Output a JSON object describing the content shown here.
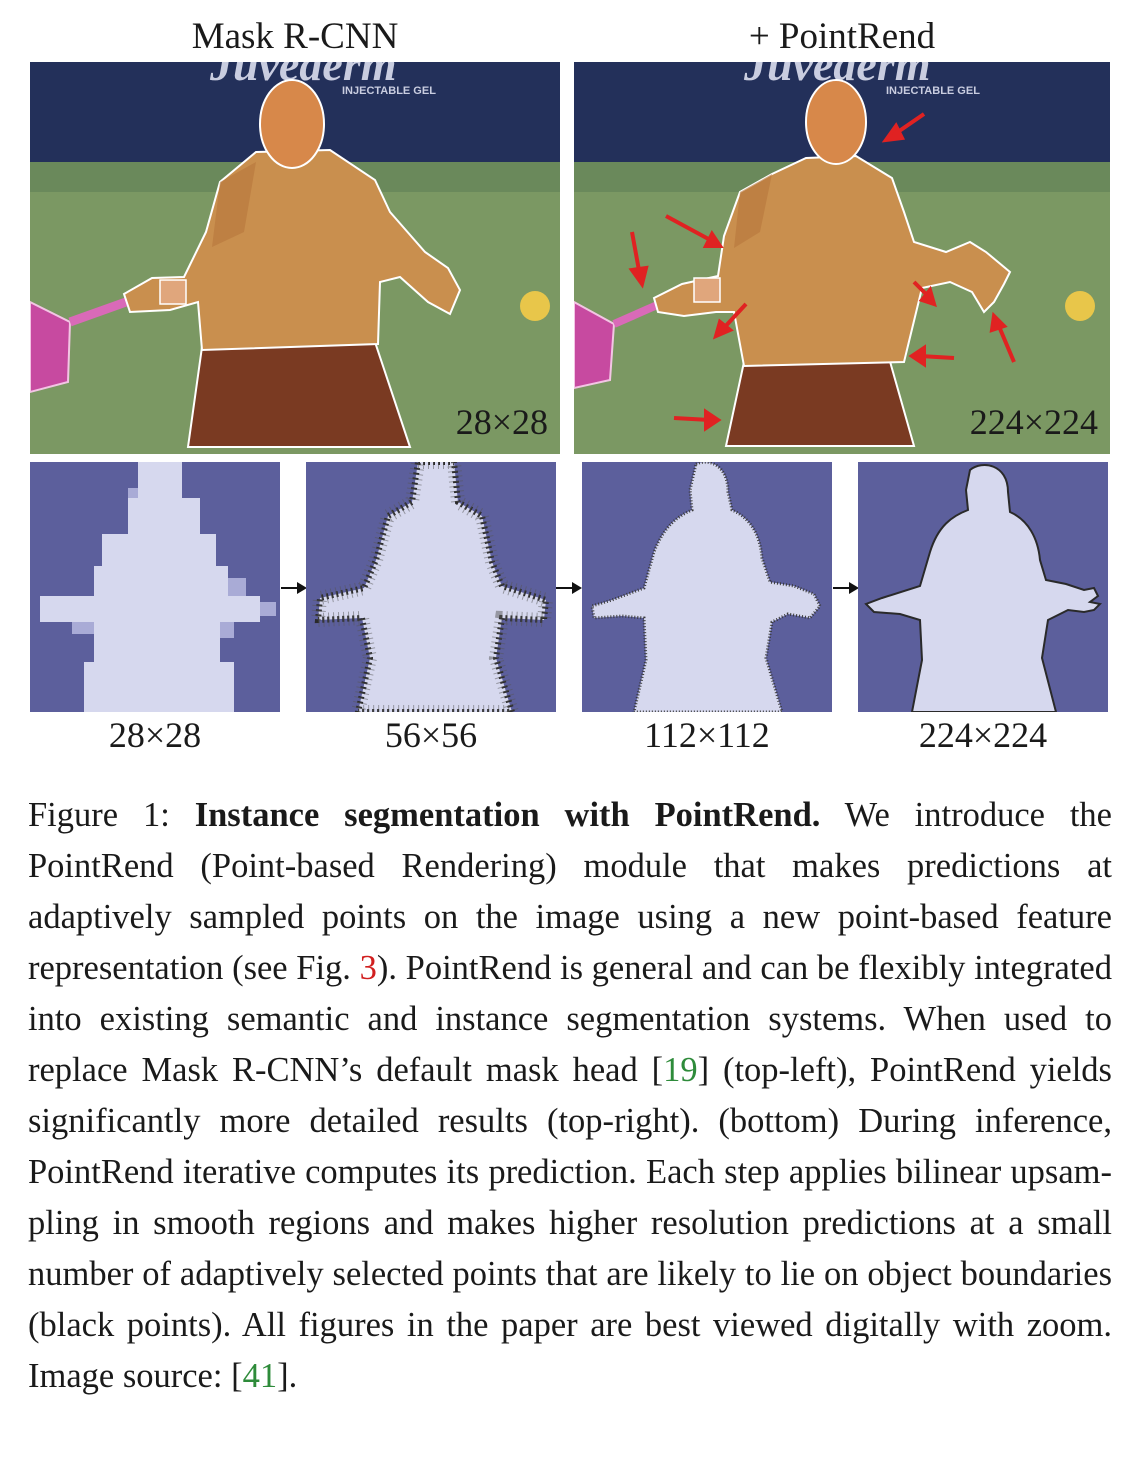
{
  "top_row": {
    "left": {
      "title": "Mask R-CNN",
      "resolution": "28×28",
      "banner_sub": "INJECTABLE GEL"
    },
    "right": {
      "title": "+ PointRend",
      "resolution": "224×224",
      "banner_sub": "INJECTABLE GEL"
    }
  },
  "bottom_row": {
    "labels": [
      "28×28",
      "56×56",
      "112×112",
      "224×224"
    ]
  },
  "caption": {
    "figure_label": "Figure 1:",
    "bold_title": "Instance segmentation with PointRend.",
    "text_1": " We introduce the PointRend (Point-based Rendering) module that makes predic­tions at adaptively sampled points on the image using a new point-based feature representation (see Fig. ",
    "fig_ref": "3",
    "text_2": "). PointRend is general and can be flexibly integrated into existing semantic and instance seg­mentation systems. When used to replace Mask R-CNN’s default mask head [",
    "ref_19": "19",
    "text_3": "] (top-left), PointRend yields significantly more de­tailed results (top-right). (bottom) During inference, PointRend it­erative computes its prediction. Each step applies bilinear upsam­pling in smooth regions and makes higher resolution predictions at a small number of adaptively selected points that are likely to lie on object boundaries (black points). All figures in the paper are best viewed digitally with zoom. Image source: [",
    "ref_41": "41",
    "text_4": "]."
  },
  "colors": {
    "court": "#7b9863",
    "banner": "#23305a",
    "mask_bg": "#5c5f9c",
    "mask_fg": "#d6d8ee",
    "arrow": "#e02222",
    "ref_link": "#2e8b3a",
    "fig_link": "#d11f1f"
  }
}
